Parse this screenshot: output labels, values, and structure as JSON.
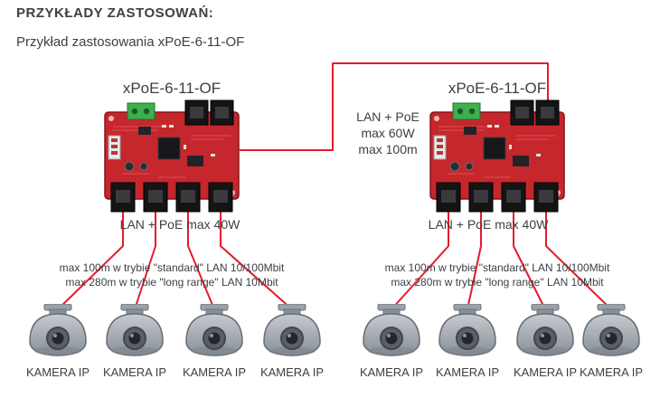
{
  "page": {
    "title": "PRZYKŁADY ZASTOSOWAŃ:",
    "subtitle": "Przykład zastosowania xPoE-6-11-OF"
  },
  "diagram": {
    "board_label": "xPoE-6-11-OF",
    "link_label": {
      "line1": "LAN + PoE",
      "line2": "max 60W",
      "line3": "max 100m"
    },
    "output_label": "LAN + PoE max 40W",
    "range_label": {
      "line1": "max 100m w trybie \"standard\" LAN 10/100Mbit",
      "line2": "max 280m w trybie \"long range\" LAN 10Mbit"
    },
    "camera_label": "KAMERA IP",
    "colors": {
      "wire": "#e8192c",
      "pcb": "#c5272d",
      "camera_body": "#9aa1a7"
    }
  }
}
